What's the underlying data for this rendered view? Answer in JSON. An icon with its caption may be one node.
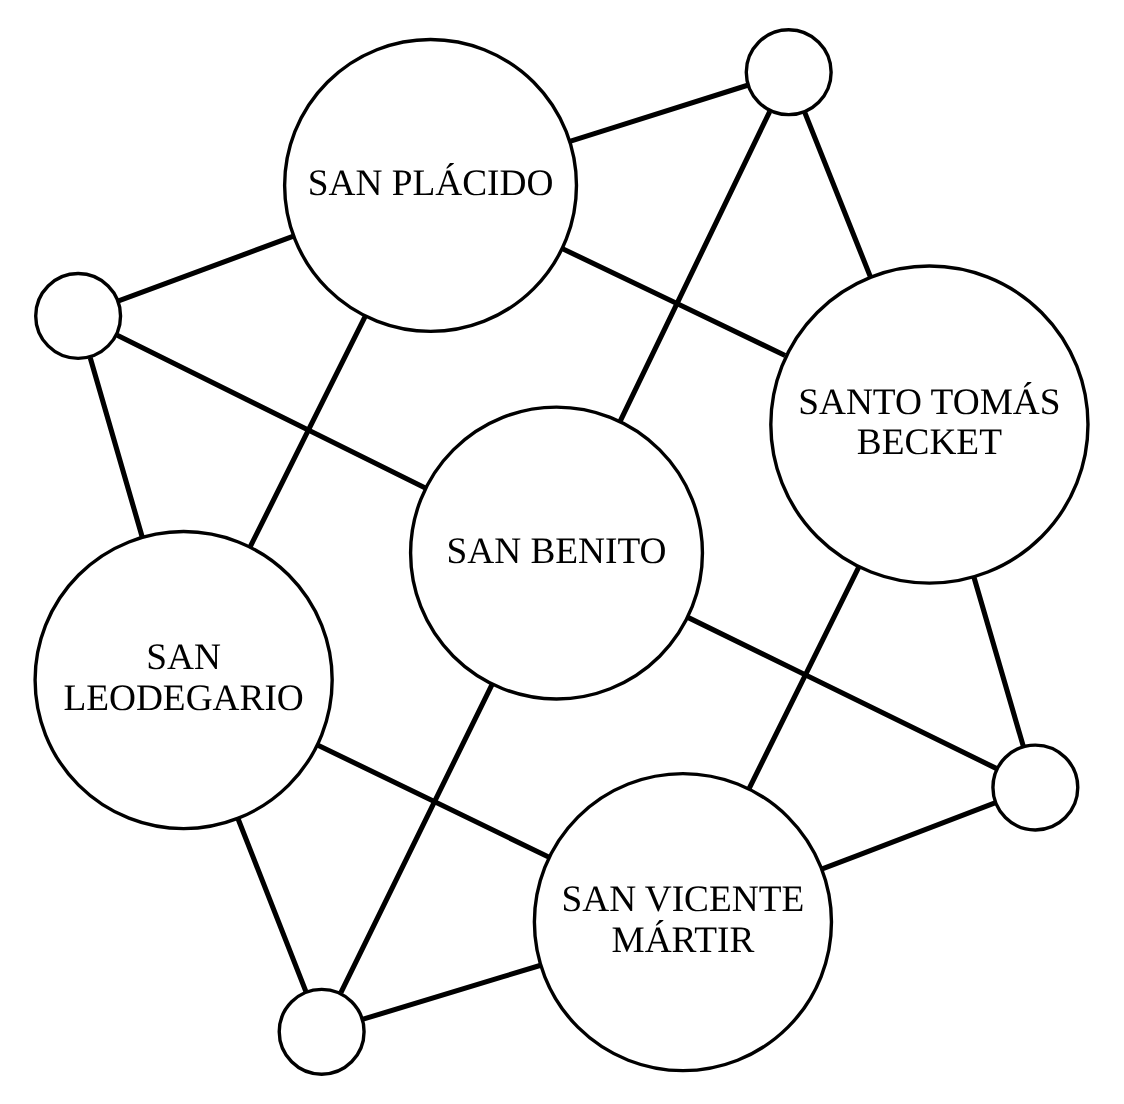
{
  "diagram": {
    "nodes": [
      {
        "text": [],
        "shape": "circle"
      },
      {
        "text": [
          "SANTO TOMÁS BECKET"
        ]
      },
      {
        "text": [],
        "shape": "circle"
      },
      {
        "text": [
          "SAN PLÁCIDO"
        ]
      },
      {
        "text": [
          "SAN BENITO"
        ]
      },
      {
        "text": [
          "SAN VICENTE MÁRTIR"
        ]
      },
      {
        "text": [
          "SAN LEODEGARIO"
        ]
      },
      {
        "text": [],
        "shape": "circle"
      },
      {
        "text": [],
        "shape": "circle"
      }
    ],
    "edges": [
      {
        "from": 0,
        "to": 1,
        "arrow": "none"
      },
      {
        "from": 2,
        "to": 1,
        "arrow": "none"
      },
      {
        "from": 0,
        "to": 3,
        "arrow": "none"
      },
      {
        "from": 7,
        "to": 3,
        "arrow": "none"
      },
      {
        "from": 2,
        "to": 5,
        "arrow": "none"
      },
      {
        "from": 8,
        "to": 5,
        "arrow": "none"
      },
      {
        "from": 7,
        "to": 6,
        "arrow": "none"
      },
      {
        "from": 8,
        "to": 6,
        "arrow": "none"
      },
      {
        "from": 0,
        "to": 4,
        "arrow": "none"
      },
      {
        "from": 2,
        "to": 4,
        "arrow": "none"
      },
      {
        "from": 7,
        "to": 4,
        "arrow": "none"
      },
      {
        "from": 8,
        "to": 4,
        "arrow": "none"
      },
      {
        "from": 1,
        "to": 3,
        "arrow": "none"
      },
      {
        "from": 1,
        "to": 5,
        "arrow": "none"
      },
      {
        "from": 3,
        "to": 6,
        "arrow": "none"
      },
      {
        "from": 5,
        "to": 6,
        "arrow": "none"
      }
    ]
  }
}
